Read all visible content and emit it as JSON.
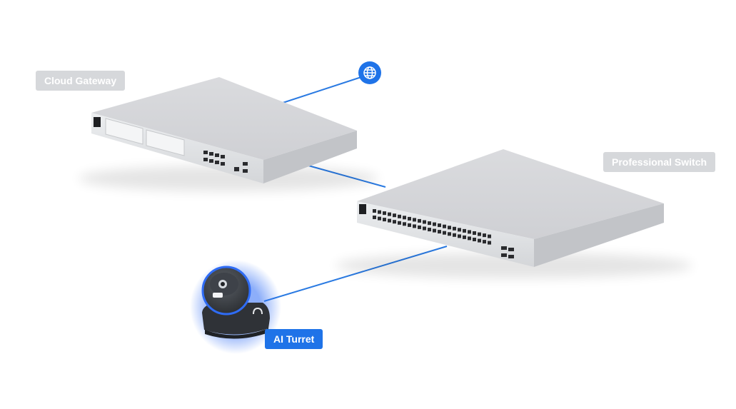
{
  "labels": {
    "gateway": "Cloud Gateway",
    "switch": "Professional Switch",
    "turret": "AI Turret"
  },
  "icons": {
    "internet": "globe-icon"
  },
  "colors": {
    "link": "#2a7ae2",
    "label_gray": "#d6d8db",
    "label_blue": "#1f73e8",
    "device_body": "#d9dadd",
    "camera_body": "#34383d",
    "camera_glow": "#2f6cf5"
  }
}
